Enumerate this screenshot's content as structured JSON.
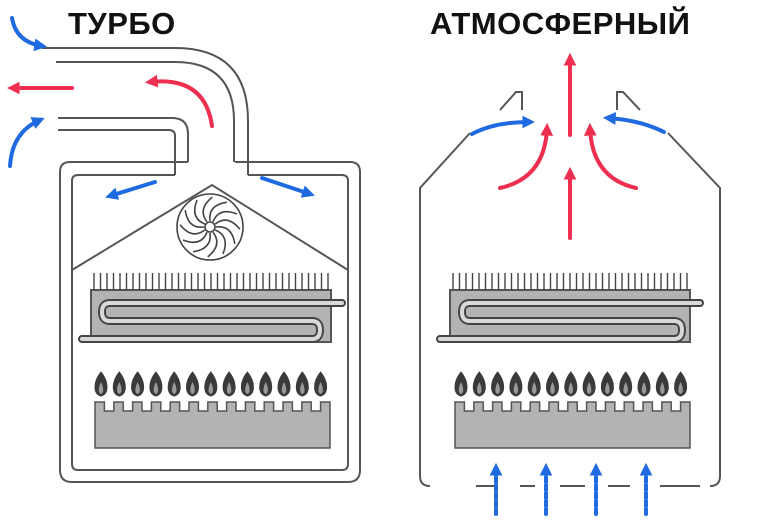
{
  "titles": {
    "turbo": "ТУРБО",
    "atmospheric": "АТМОСФЕРНЫЙ"
  },
  "colors": {
    "outline": "#555555",
    "fill_gray": "#b3b3b3",
    "flame": "#3a3a3a",
    "cold_air": "#1f6ae0",
    "hot_gas": "#ee2f4f"
  },
  "panels": [
    {
      "id": "turbo",
      "label_key": "titles.turbo",
      "burner_flames": 13,
      "has_fan": true
    },
    {
      "id": "atmospheric",
      "label_key": "titles.atmospheric",
      "burner_flames": 13,
      "has_fan": false
    }
  ]
}
